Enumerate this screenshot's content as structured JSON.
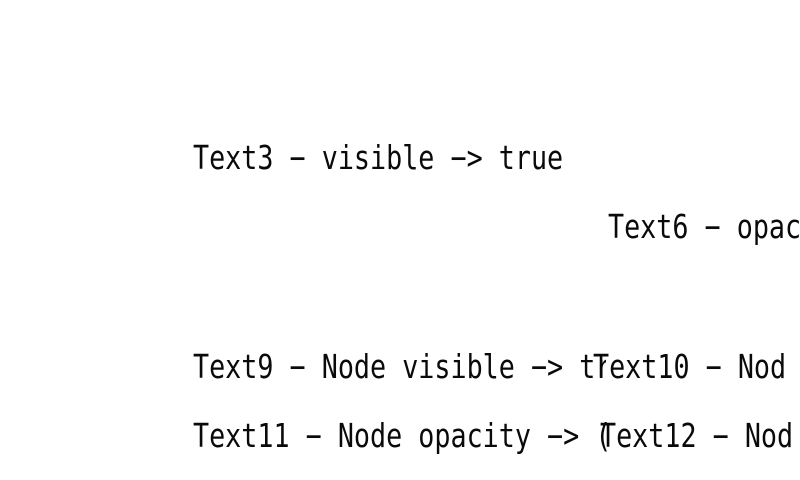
{
  "canvas": {
    "background_color": "#ffffff",
    "text_color": "#0a0a0a"
  },
  "texts": {
    "text3": "Text3 − visible −> true",
    "text6": "Text6 − opac",
    "text9": "Text9 − Node visible −> tru",
    "text10": "Text10 − Nod",
    "text11": "Text11 − Node opacity −> (",
    "text12": "Text12 − Nod"
  }
}
